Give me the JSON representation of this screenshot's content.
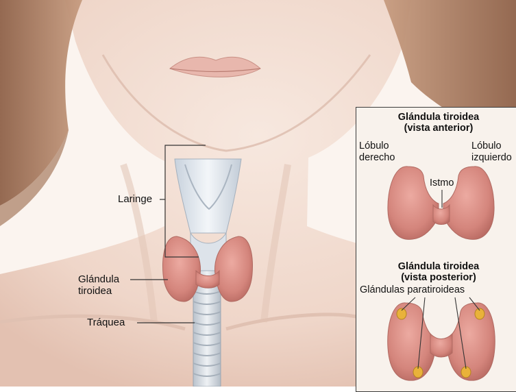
{
  "labels": {
    "larynx": "Laringe",
    "thyroid_line1": "Glándula",
    "thyroid_line2": "tiroidea",
    "trachea": "Tráquea"
  },
  "inset": {
    "anterior_title_line1": "Glándula tiroidea",
    "anterior_title_line2": "(vista anterior)",
    "right_lobe_line1": "Lóbulo",
    "right_lobe_line2": "derecho",
    "left_lobe_line1": "Lóbulo",
    "left_lobe_line2": "izquierdo",
    "isthmus": "Istmo",
    "posterior_title_line1": "Glándula tiroidea",
    "posterior_title_line2": "(vista posterior)",
    "parathyroid": "Glándulas paratiroideas"
  },
  "colors": {
    "skin": "#f1ddd2",
    "hair": "#b58a6d",
    "thyroid": "#d98a82",
    "parathyroid": "#e9b23a",
    "inset_bg": "#f8f2ec"
  }
}
